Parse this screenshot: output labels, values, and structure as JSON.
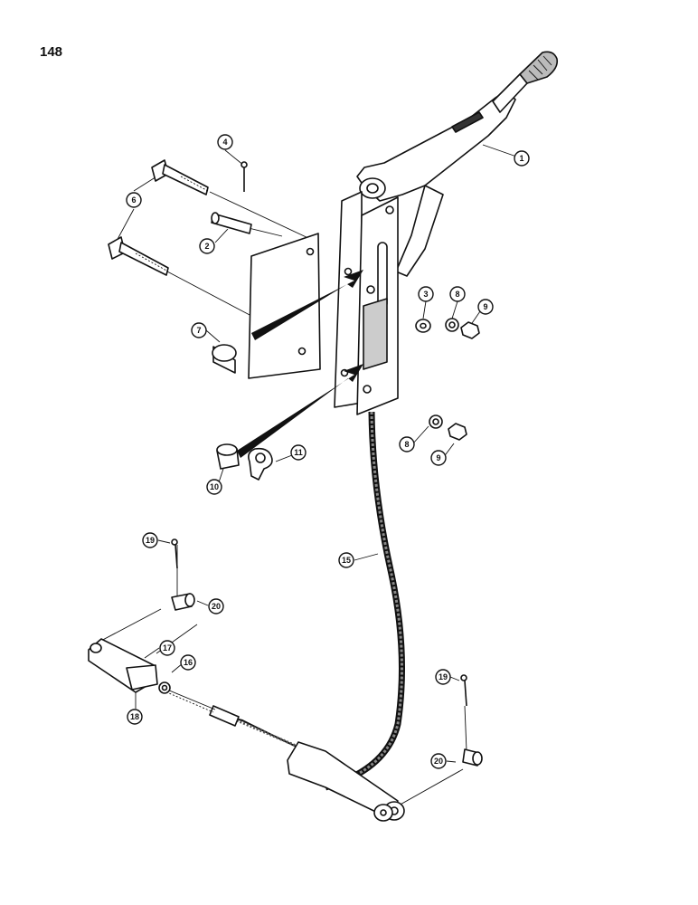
{
  "page_number": "148",
  "callouts": [
    {
      "id": "c1",
      "label": "1"
    },
    {
      "id": "c2",
      "label": "2"
    },
    {
      "id": "c3",
      "label": "3"
    },
    {
      "id": "c4",
      "label": "4"
    },
    {
      "id": "c6",
      "label": "6"
    },
    {
      "id": "c7",
      "label": "7"
    },
    {
      "id": "c8a",
      "label": "8"
    },
    {
      "id": "c8b",
      "label": "8"
    },
    {
      "id": "c9a",
      "label": "9"
    },
    {
      "id": "c9b",
      "label": "9"
    },
    {
      "id": "c10",
      "label": "10"
    },
    {
      "id": "c11",
      "label": "11"
    },
    {
      "id": "c15",
      "label": "15"
    },
    {
      "id": "c16",
      "label": "16"
    },
    {
      "id": "c17",
      "label": "17"
    },
    {
      "id": "c18",
      "label": "18"
    },
    {
      "id": "c19a",
      "label": "19"
    },
    {
      "id": "c19b",
      "label": "19"
    },
    {
      "id": "c20a",
      "label": "20"
    },
    {
      "id": "c20b",
      "label": "20"
    }
  ]
}
